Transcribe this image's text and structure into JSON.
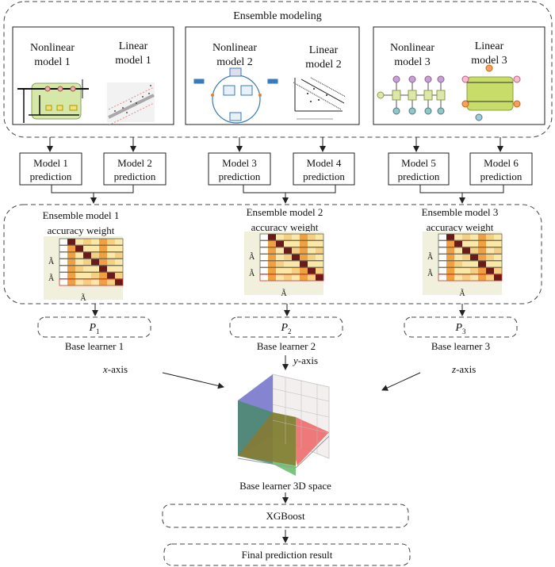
{
  "ensemble_modeling": {
    "title": "Ensemble modeling",
    "panels": [
      {
        "nonlinear": [
          "Nonlinear",
          "model 1"
        ],
        "linear": [
          "Linear",
          "model 1"
        ]
      },
      {
        "nonlinear": [
          "Nonlinear",
          "model 2"
        ],
        "linear": [
          "Linear",
          "model 2"
        ]
      },
      {
        "nonlinear": [
          "Nonlinear",
          "model 3"
        ],
        "linear": [
          "Linear",
          "model 3"
        ]
      }
    ]
  },
  "predictions": [
    [
      "Model 1",
      "prediction"
    ],
    [
      "Model 2",
      "prediction"
    ],
    [
      "Model 3",
      "prediction"
    ],
    [
      "Model 4",
      "prediction"
    ],
    [
      "Model 5",
      "prediction"
    ],
    [
      "Model 6",
      "prediction"
    ]
  ],
  "ensemble_weights": [
    [
      "Ensemble model 1",
      "accuracy weight"
    ],
    [
      "Ensemble model 2",
      "accuracy weight"
    ],
    [
      "Ensemble model 3",
      "accuracy weight"
    ]
  ],
  "heatmap_label": "Ã",
  "base_learners": [
    {
      "symbol": "P",
      "sub": "1",
      "label": "Base learner 1",
      "axis_var": "x",
      "axis_suffix": "-axis"
    },
    {
      "symbol": "P",
      "sub": "2",
      "label": "Base learner 2",
      "axis_var": "y",
      "axis_suffix": "-axis"
    },
    {
      "symbol": "P",
      "sub": "3",
      "label": "Base learner 3",
      "axis_var": "z",
      "axis_suffix": "-axis"
    }
  ],
  "space_label": "Base learner 3D space",
  "xgboost_label": "XGBoost",
  "final_label": "Final prediction result",
  "colors": {
    "line": "#222222",
    "dash": "#444444",
    "heat_dark": "#6b1a1a",
    "heat_mid": "#f0a040",
    "heat_light": "#fbe7a8",
    "cube_blue": "#7777cc",
    "cube_green": "#5a9a70",
    "cube_red": "#ee6b6b",
    "cube_olive": "#8a7a30"
  }
}
